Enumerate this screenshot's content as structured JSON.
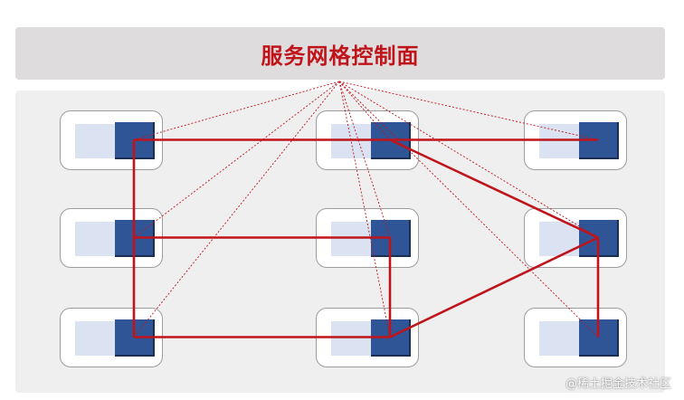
{
  "control_plane": {
    "title": "服务网格控制面"
  },
  "watermark": "@稀土掘金技术社区",
  "colors": {
    "control_plane_bg": "#dedcdd",
    "title_red": "#c0141b",
    "data_plane_bg": "#efefef",
    "sidecar_blue": "#2f5596",
    "app_light_blue": "#dbe2f1",
    "link_red": "#c0141b"
  },
  "nodes": [
    {
      "id": "r1c1",
      "row": 1,
      "col": 1
    },
    {
      "id": "r1c2",
      "row": 1,
      "col": 2
    },
    {
      "id": "r1c3",
      "row": 1,
      "col": 3
    },
    {
      "id": "r2c1",
      "row": 2,
      "col": 1
    },
    {
      "id": "r2c2",
      "row": 2,
      "col": 2
    },
    {
      "id": "r2c3",
      "row": 2,
      "col": 3
    },
    {
      "id": "r3c1",
      "row": 3,
      "col": 1
    },
    {
      "id": "r3c2",
      "row": 3,
      "col": 2
    },
    {
      "id": "r3c3",
      "row": 3,
      "col": 3
    }
  ],
  "data_links": [
    [
      "r1c1",
      "r1c2"
    ],
    [
      "r1c2",
      "r1c3"
    ],
    [
      "r1c1",
      "r2c1"
    ],
    [
      "r2c1",
      "r3c1"
    ],
    [
      "r2c1",
      "r2c2"
    ],
    [
      "r2c2",
      "r3c2"
    ],
    [
      "r3c1",
      "r3c2"
    ],
    [
      "r1c2",
      "r2c3"
    ],
    [
      "r3c2",
      "r2c3"
    ],
    [
      "r2c3",
      "r3c3"
    ]
  ],
  "control_links": [
    "r1c1",
    "r1c2",
    "r1c3",
    "r2c1",
    "r2c2",
    "r2c3",
    "r3c1",
    "r3c2",
    "r3c3"
  ]
}
